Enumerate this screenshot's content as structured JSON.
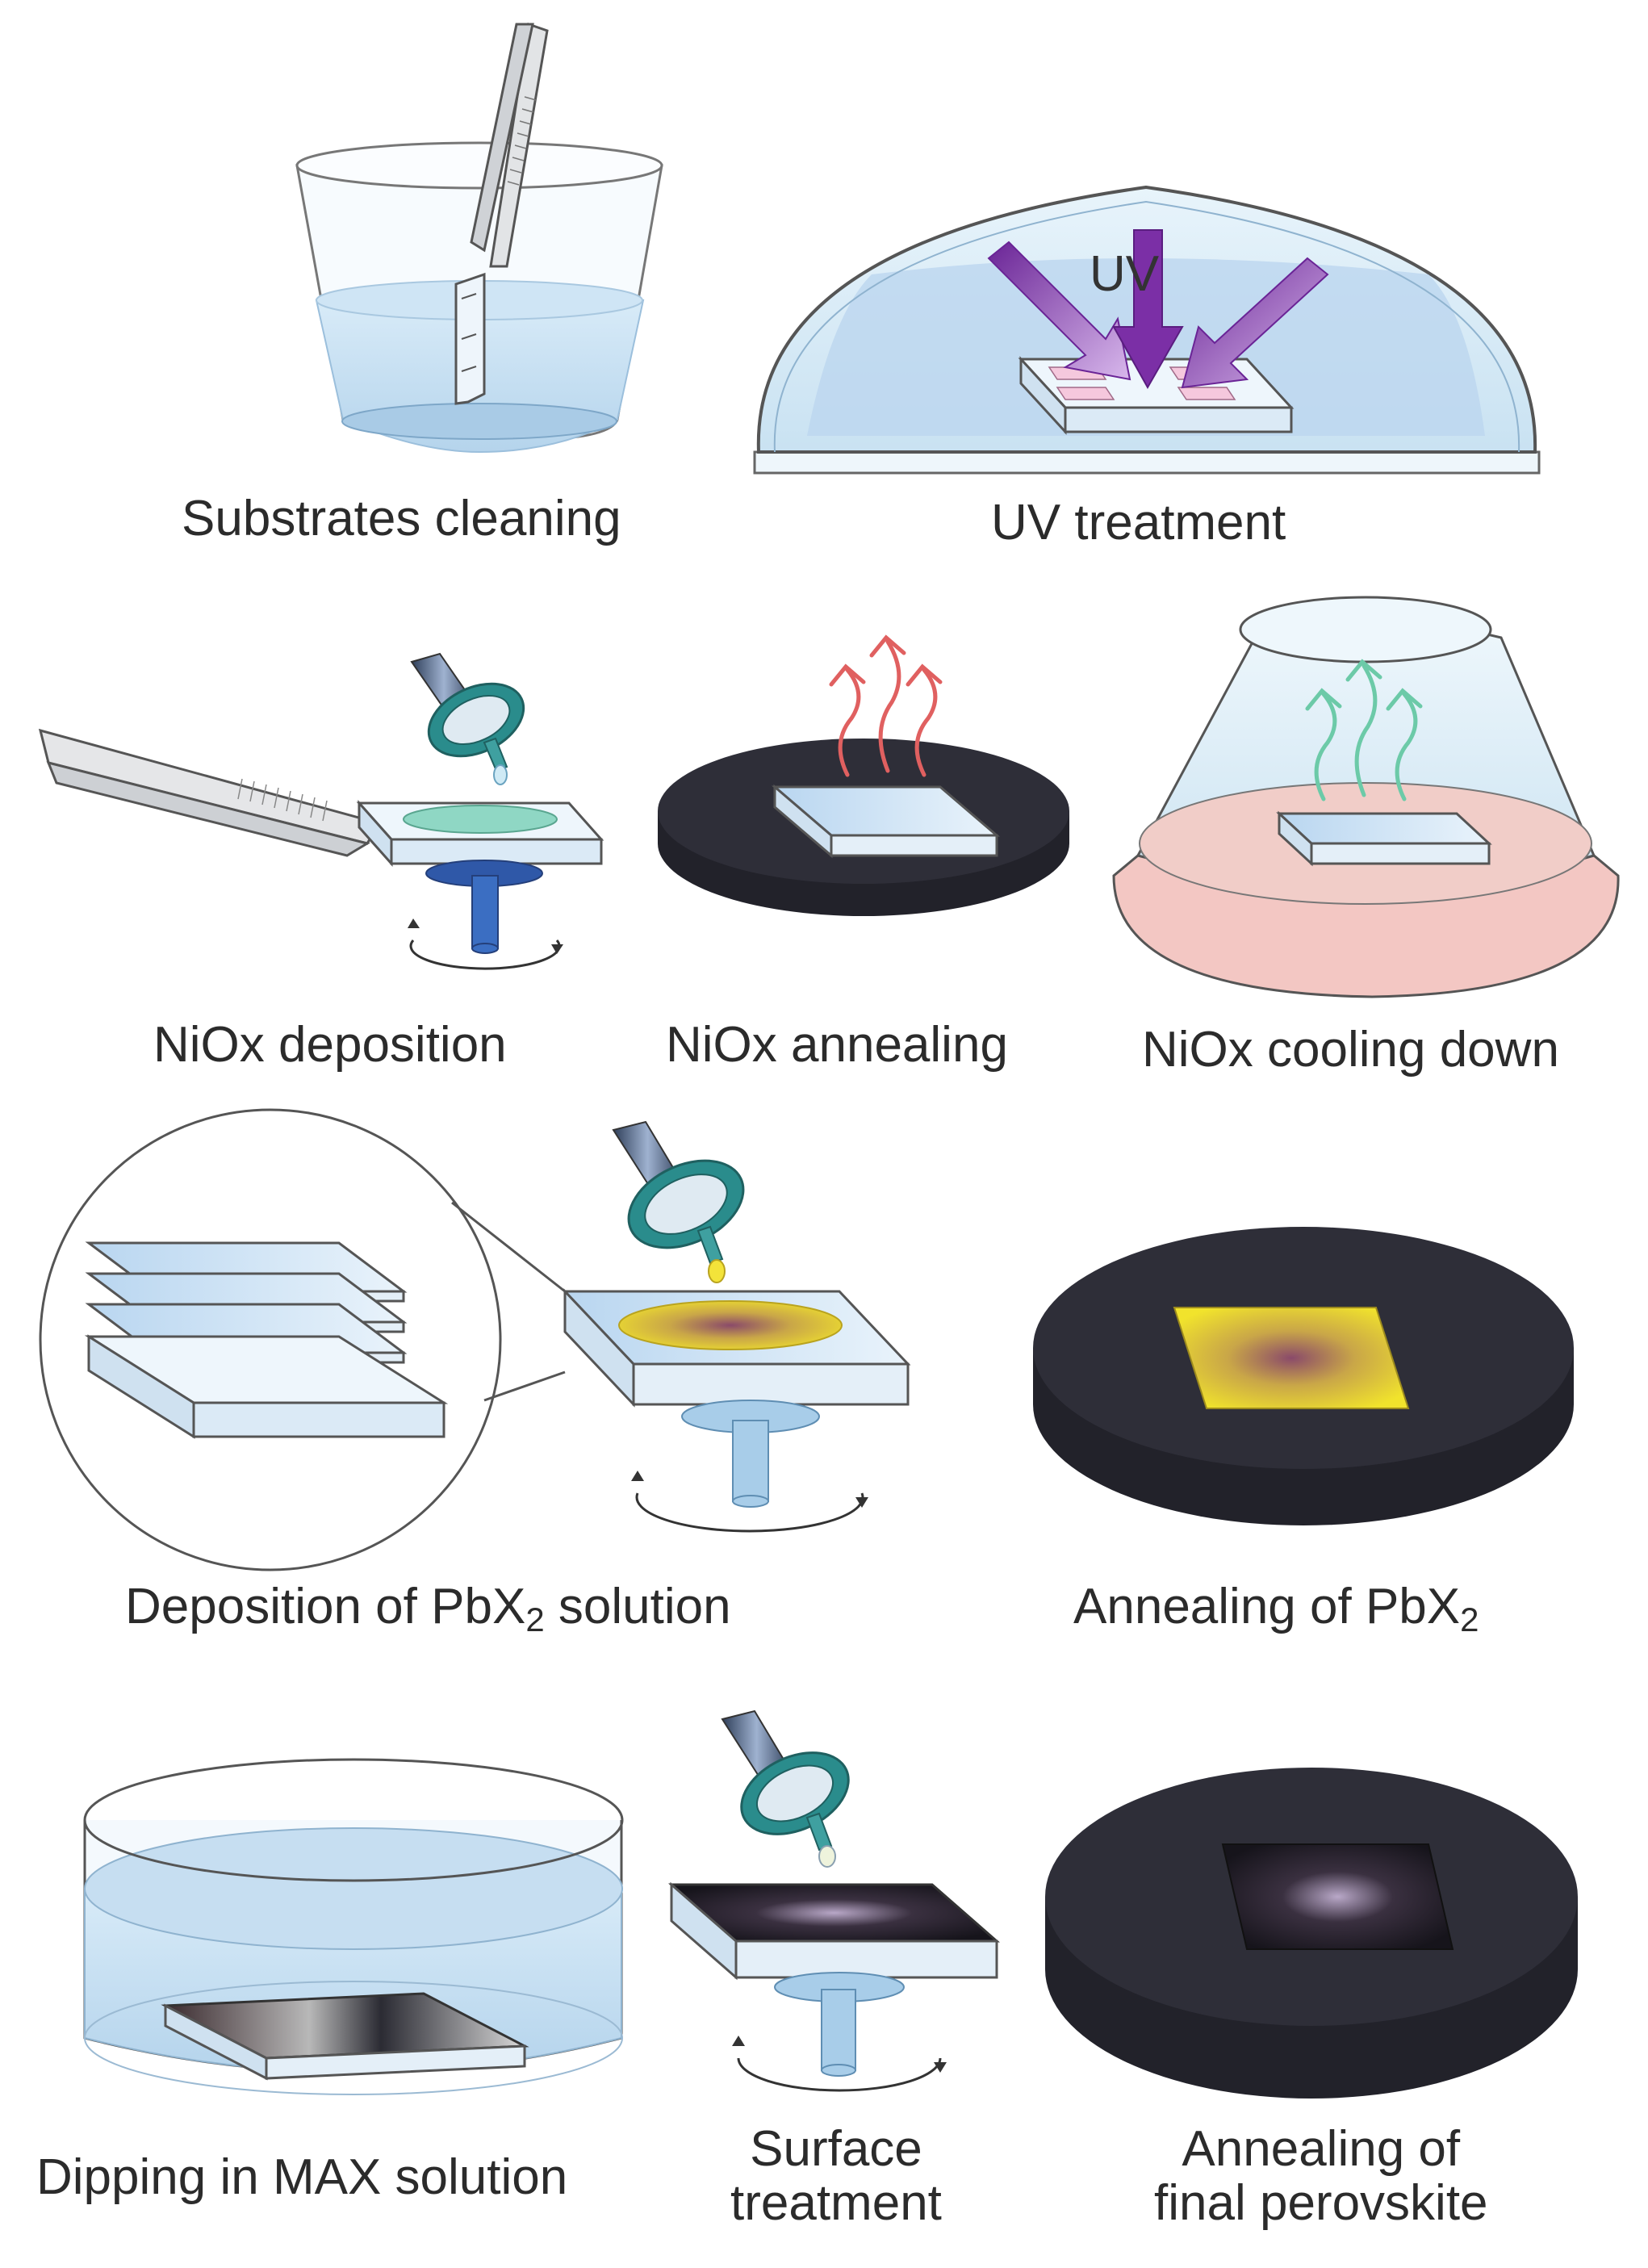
{
  "steps": {
    "substrates_cleaning": "Substrates cleaning",
    "uv_treatment": "UV treatment",
    "uv_label": "UV",
    "niox_deposition": "NiOx deposition",
    "niox_annealing": "NiOx annealing",
    "niox_cooling": "NiOx cooling down",
    "pbx2_deposition_prefix": "Deposition of PbX",
    "pbx2_deposition_sub": "2",
    "pbx2_deposition_suffix": " solution",
    "pbx2_annealing_prefix": "Annealing of PbX",
    "pbx2_annealing_sub": "2",
    "dipping": "Dipping in MAX solution",
    "surface_line1": "Surface",
    "surface_line2": "treatment",
    "final_line1": "Annealing of",
    "final_line2": "final perovskite"
  },
  "colors": {
    "glass": "#dff0fa",
    "liquid": "#c4def2",
    "hotplate": "#2a2a33",
    "uv_arrow": "#7e3aa4",
    "heat_arrow": "#e06060",
    "cool_arrow": "#6ccaa8",
    "pbx2_film": "#efe033",
    "niox_film": "#8fd7c4",
    "syringe_filter": "#2a8c8c",
    "cooling_base": "#f3c7c3"
  }
}
